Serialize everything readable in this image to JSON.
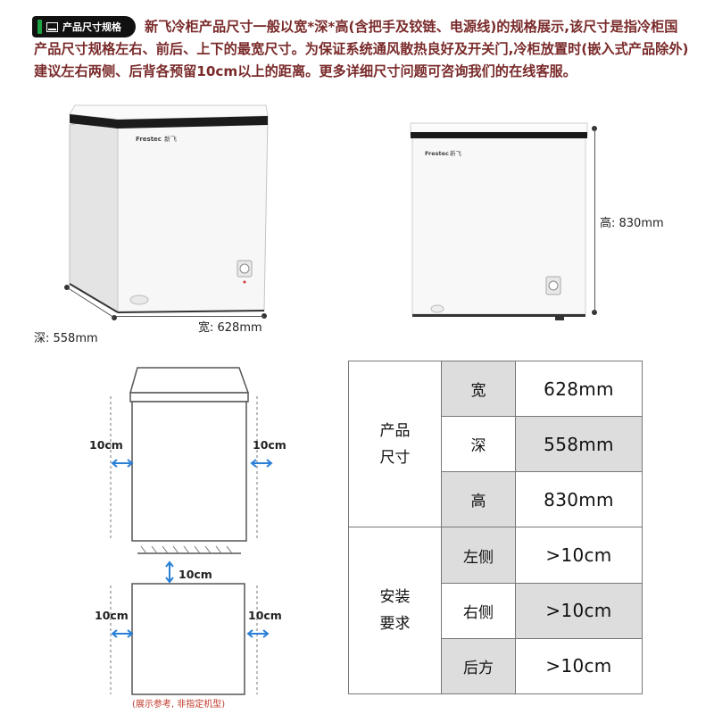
{
  "header": {
    "badge_label": "产品尺寸规格",
    "note": "新飞冷柜产品尺寸一般以宽*深*高(含把手及铰链、电源线)的规格展示,该尺寸是指冷柜国 产品尺寸规格左右、前后、上下的最宽尺寸。为保证系统通风散热良好及开关门,冷柜放置时(嵌入式产品除外)建议左右两侧、后背各预留10cm以上的距离。更多详细尺寸问题可咨询我们的在线客服。"
  },
  "brand": {
    "logo_text": "Frestec",
    "cn_name": "新飞"
  },
  "dimensions": {
    "width_label": "宽: 628mm",
    "depth_label": "深: 558mm",
    "height_label": "高: 830mm"
  },
  "clearance": {
    "left": "10cm",
    "right": "10cm",
    "back": "10cm",
    "left2": "10cm",
    "right2": "10cm",
    "caption": "(展示参考, 非指定机型)"
  },
  "spec_table": {
    "size_group": [
      "产品",
      "尺寸"
    ],
    "install_group": [
      "安装",
      "要求"
    ],
    "size_rows": [
      {
        "key": "宽",
        "value": "628mm"
      },
      {
        "key": "深",
        "value": "558mm"
      },
      {
        "key": "高",
        "value": "830mm"
      }
    ],
    "install_rows": [
      {
        "key": "左侧",
        "value": ">10cm"
      },
      {
        "key": "右侧",
        "value": ">10cm"
      },
      {
        "key": "后方",
        "value": ">10cm"
      }
    ]
  },
  "colors": {
    "note_text": "#7a2a2a",
    "badge_bg": "#111111",
    "badge_accent": "#1fa043",
    "arrow": "#2a7fd6",
    "table_shade": "#dddddd",
    "caption": "#c0392b"
  }
}
